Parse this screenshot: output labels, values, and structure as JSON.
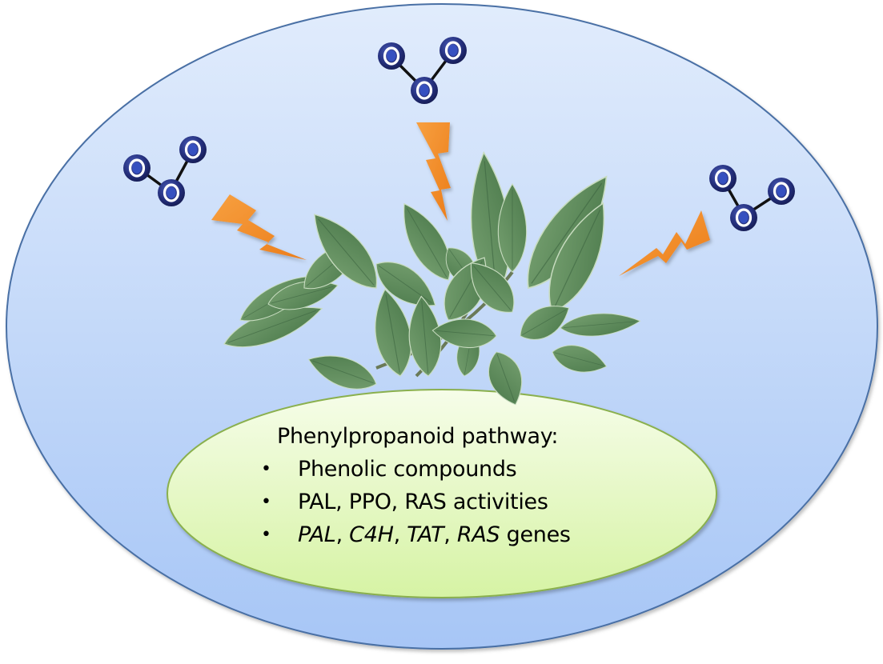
{
  "diagram": {
    "title": "Phenylpropanoid pathway:",
    "bullets": [
      {
        "label": "Phenolic compounds"
      },
      {
        "label": "PAL, PPO, RAS activities"
      },
      {
        "parts": [
          {
            "text": "PAL",
            "italic": true
          },
          {
            "text": ", ",
            "italic": false
          },
          {
            "text": "C4H",
            "italic": true
          },
          {
            "text": ", ",
            "italic": false
          },
          {
            "text": "TAT",
            "italic": true
          },
          {
            "text": ", ",
            "italic": false
          },
          {
            "text": "RAS",
            "italic": true
          },
          {
            "text": " genes",
            "italic": false
          }
        ]
      }
    ],
    "bullet_glyph": "•",
    "ozone_molecules": [
      {
        "position": "top-left",
        "atoms": [
          "O",
          "O",
          "O"
        ]
      },
      {
        "position": "top-center",
        "atoms": [
          "O",
          "O",
          "O"
        ]
      },
      {
        "position": "top-right",
        "atoms": [
          "O",
          "O",
          "O"
        ]
      }
    ],
    "icons": {
      "stress": "lightning-bolt-icon",
      "molecule": "ozone-molecule-icon",
      "plant": "sage-plant"
    },
    "colors": {
      "outer_ellipse_top": "#dde9fb",
      "outer_ellipse_bottom": "#a9c8f7",
      "outer_ellipse_stroke": "#4a6fa5",
      "inner_ellipse_top": "#f4fde6",
      "inner_ellipse_bottom": "#d8f5a8",
      "inner_ellipse_stroke": "#8ab04e",
      "lightning": "#f28c28",
      "atom": "#1f2a7a",
      "leaf": "#5c8a5a"
    }
  }
}
